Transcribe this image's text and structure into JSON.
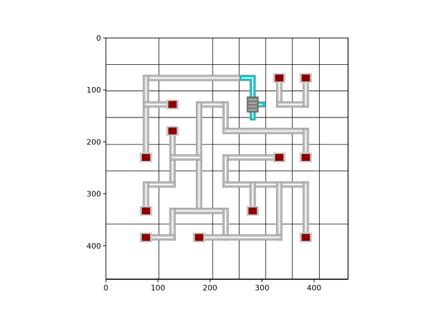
{
  "x_ticks": [
    "0",
    "100",
    "200",
    "300",
    "400"
  ],
  "y_ticks": [
    "0",
    "100",
    "200",
    "300",
    "400"
  ],
  "colors": {
    "pipe": "#bdbdbd",
    "pipe_highlight": "#ffffff",
    "powered_pipe": "#00c8c8",
    "computer_screen": "#8b0000",
    "computer_frame": "#c8c8c8",
    "server": "#808080"
  },
  "grid": {
    "x_lines": [
      0,
      102,
      205,
      256,
      307,
      358,
      410,
      465
    ],
    "y_lines": [
      0,
      51,
      102,
      153,
      205,
      256,
      358,
      465
    ]
  },
  "pipes": [
    {
      "points": [
        [
          77,
          77
        ],
        [
          282,
          77
        ]
      ]
    },
    {
      "points": [
        [
          77,
          77
        ],
        [
          77,
          230
        ]
      ]
    },
    {
      "points": [
        [
          77,
          128
        ],
        [
          128,
          128
        ]
      ]
    },
    {
      "points": [
        [
          179,
          128
        ],
        [
          230,
          128
        ]
      ]
    },
    {
      "points": [
        [
          179,
          128
        ],
        [
          179,
          333
        ]
      ]
    },
    {
      "points": [
        [
          230,
          128
        ],
        [
          230,
          179
        ]
      ]
    },
    {
      "points": [
        [
          230,
          179
        ],
        [
          384,
          179
        ]
      ]
    },
    {
      "points": [
        [
          384,
          179
        ],
        [
          384,
          230
        ]
      ]
    },
    {
      "points": [
        [
          333,
          77
        ],
        [
          333,
          128
        ]
      ]
    },
    {
      "points": [
        [
          333,
          128
        ],
        [
          384,
          128
        ]
      ]
    },
    {
      "points": [
        [
          384,
          77
        ],
        [
          384,
          128
        ]
      ]
    },
    {
      "points": [
        [
          128,
          179
        ],
        [
          128,
          282
        ]
      ]
    },
    {
      "points": [
        [
          128,
          230
        ],
        [
          179,
          230
        ]
      ]
    },
    {
      "points": [
        [
          77,
          282
        ],
        [
          128,
          282
        ]
      ]
    },
    {
      "points": [
        [
          77,
          282
        ],
        [
          77,
          333
        ]
      ]
    },
    {
      "points": [
        [
          230,
          230
        ],
        [
          333,
          230
        ]
      ]
    },
    {
      "points": [
        [
          230,
          230
        ],
        [
          230,
          282
        ]
      ]
    },
    {
      "points": [
        [
          230,
          282
        ],
        [
          384,
          282
        ]
      ]
    },
    {
      "points": [
        [
          282,
          282
        ],
        [
          282,
          333
        ]
      ]
    },
    {
      "points": [
        [
          333,
          282
        ],
        [
          333,
          384
        ]
      ]
    },
    {
      "points": [
        [
          384,
          282
        ],
        [
          384,
          384
        ]
      ]
    },
    {
      "points": [
        [
          128,
          333
        ],
        [
          230,
          333
        ]
      ]
    },
    {
      "points": [
        [
          128,
          333
        ],
        [
          128,
          384
        ]
      ]
    },
    {
      "points": [
        [
          77,
          384
        ],
        [
          128,
          384
        ]
      ]
    },
    {
      "points": [
        [
          230,
          333
        ],
        [
          230,
          384
        ]
      ]
    },
    {
      "points": [
        [
          179,
          384
        ],
        [
          333,
          384
        ]
      ]
    }
  ],
  "powered_pipes": [
    {
      "points": [
        [
          262,
          77
        ],
        [
          282,
          77
        ],
        [
          282,
          153
        ]
      ]
    },
    {
      "points": [
        [
          282,
          128
        ],
        [
          300,
          128
        ]
      ]
    }
  ],
  "server_cell": [
    282,
    128
  ],
  "computers": [
    [
      333,
      77
    ],
    [
      384,
      77
    ],
    [
      128,
      128
    ],
    [
      128,
      179
    ],
    [
      77,
      230
    ],
    [
      333,
      230
    ],
    [
      384,
      230
    ],
    [
      77,
      333
    ],
    [
      282,
      333
    ],
    [
      77,
      384
    ],
    [
      179,
      384
    ],
    [
      384,
      384
    ]
  ]
}
